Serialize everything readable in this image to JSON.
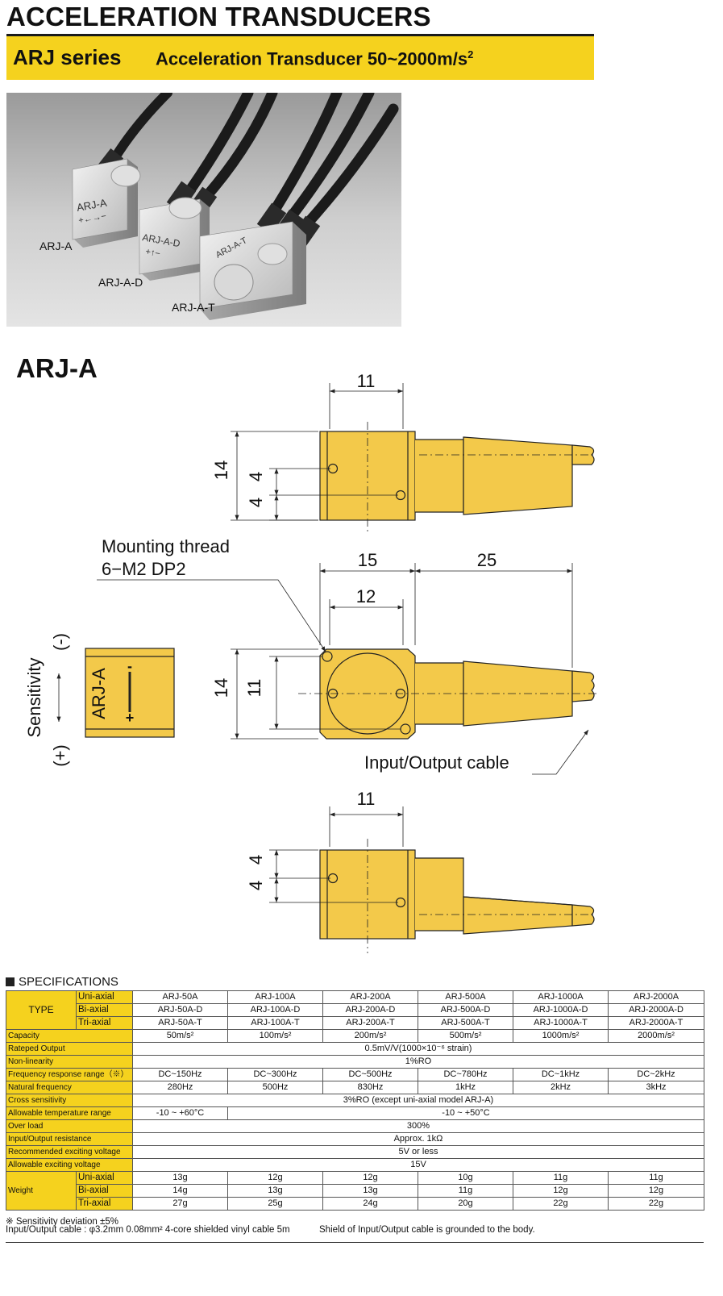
{
  "header": {
    "title": "ACCELERATION TRANSDUCERS",
    "series_name": "ARJ series",
    "series_desc": "Acceleration Transducer  50~2000m/s",
    "series_desc_sup": "2"
  },
  "photo": {
    "labels": [
      "ARJ-A",
      "ARJ-A-D",
      "ARJ-A-T"
    ],
    "cube_marks": {
      "a": [
        "ARJ-A",
        "+←→−"
      ],
      "d": [
        "ARJ-A-D",
        "+↑−"
      ],
      "t": [
        "ARJ-A-T"
      ]
    }
  },
  "drawing": {
    "section_title": "ARJ-A",
    "dims": {
      "top_width": "11",
      "top_height": "14",
      "top_hole_1": "4",
      "top_hole_2": "4",
      "mid_width": "15",
      "mid_cable": "25",
      "mid_inner": "12",
      "mid_height": "14",
      "mid_inner_height": "11",
      "bottom_width": "11",
      "bottom_hole_1": "4",
      "bottom_hole_2": "4"
    },
    "mounting_line1": "Mounting thread",
    "mounting_line2": "6−M2 DP2",
    "cable_label": "Input/Output cable",
    "sensitivity": "Sensitivity",
    "sens_minus": "(-)",
    "sens_plus": "(+)",
    "side_label": "ARJ-A",
    "side_minus": "-",
    "side_plus": "+"
  },
  "colors": {
    "accent_yellow": "#f5d21e",
    "drawing_fill": "#f3c94a"
  },
  "specs": {
    "heading": "SPECIFICATIONS",
    "type_label": "TYPE",
    "axis_labels": [
      "Uni-axial",
      "Bi-axial",
      "Tri-axial"
    ],
    "models": [
      [
        "ARJ-50A",
        "ARJ-50A-D",
        "ARJ-50A-T"
      ],
      [
        "ARJ-100A",
        "ARJ-100A-D",
        "ARJ-100A-T"
      ],
      [
        "ARJ-200A",
        "ARJ-200A-D",
        "ARJ-200A-T"
      ],
      [
        "ARJ-500A",
        "ARJ-500A-D",
        "ARJ-500A-T"
      ],
      [
        "ARJ-1000A",
        "ARJ-1000A-D",
        "ARJ-1000A-T"
      ],
      [
        "ARJ-2000A",
        "ARJ-2000A-D",
        "ARJ-2000A-T"
      ]
    ],
    "capacity_label": "Capacity",
    "capacity": [
      "50m/s²",
      "100m/s²",
      "200m/s²",
      "500m/s²",
      "1000m/s²",
      "2000m/s²"
    ],
    "rated_label": "Ratepe​d Output",
    "rated": "0.5mV/V(1000×10⁻⁶ strain)",
    "nonlin_label": "Non-linearity",
    "nonlin": "1%RO",
    "freq_label": "Frequency response range（※）",
    "freq": [
      "DC~150Hz",
      "DC~300Hz",
      "DC~500Hz",
      "DC~780Hz",
      "DC~1kHz",
      "DC~2kHz"
    ],
    "natural_label": "Natural frequency",
    "natural": [
      "280Hz",
      "500Hz",
      "830Hz",
      "1kHz",
      "2kHz",
      "3kHz"
    ],
    "cross_label": "Cross sensitivity",
    "cross": "3%RO (except uni-axial model ARJ-A)",
    "temp_label": "Allowable temperature range",
    "temp_first": "-10 ~ +60°C",
    "temp_rest": "-10 ~ +50°C",
    "overload_label": "Over load",
    "overload": "300%",
    "resistance_label": "Input/Output resistance",
    "resistance": "Approx. 1kΩ",
    "rec_volt_label": "Recommended exciting voltage",
    "rec_volt": "5V or less",
    "allow_volt_label": "Allowable exciting voltage",
    "allow_volt": "15V",
    "weight_label": "Weight",
    "weights": [
      [
        "13g",
        "12g",
        "12g",
        "10g",
        "11g",
        "11g"
      ],
      [
        "14g",
        "13g",
        "13g",
        "11g",
        "12g",
        "12g"
      ],
      [
        "27g",
        "25g",
        "24g",
        "20g",
        "22g",
        "22g"
      ]
    ]
  },
  "notes": {
    "sensitivity_dev": "※ Sensitivity deviation ±5%",
    "cable": "Input/Output cable : φ3.2mm  0.08mm²  4-core shielded vinyl cable 5m",
    "shield": "Shield of Input/Output cable is grounded to the body."
  }
}
